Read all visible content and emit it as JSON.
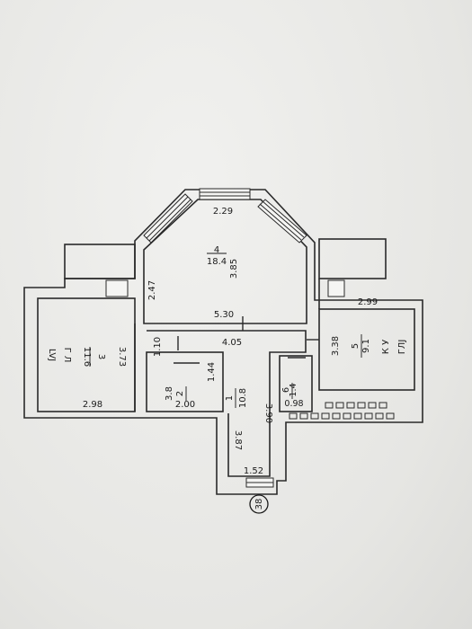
{
  "rooms": [
    {
      "number": "4",
      "area": "18.4",
      "height": "3.85"
    },
    {
      "number": "3",
      "area": "11.6",
      "height": "3.73"
    },
    {
      "number": "2",
      "area": "3.8",
      "height": "1.44"
    },
    {
      "number": "1",
      "area": "10.8",
      "height": "3.90"
    },
    {
      "number": "6",
      "area": "1.4",
      "height": "0.98"
    },
    {
      "number": "5",
      "area": "9.1",
      "height": "3.38"
    }
  ],
  "dimensions": {
    "top_width": "2.29",
    "left_bay": "2.47",
    "room4_bottom": "5.30",
    "room5_width": "2.99",
    "corridor": "4.05",
    "door_width": "1.10",
    "room3_bottom": "2.98",
    "room2_bottom": "2.00",
    "hall_length": "3.87",
    "entrance": "1.52"
  },
  "marks": {
    "left_symbol": "LVJ",
    "left_symbol_2": "Г Л",
    "right_symbol": "ГЛJ",
    "right_symbol_2": "К У"
  },
  "unit_badge": "38"
}
